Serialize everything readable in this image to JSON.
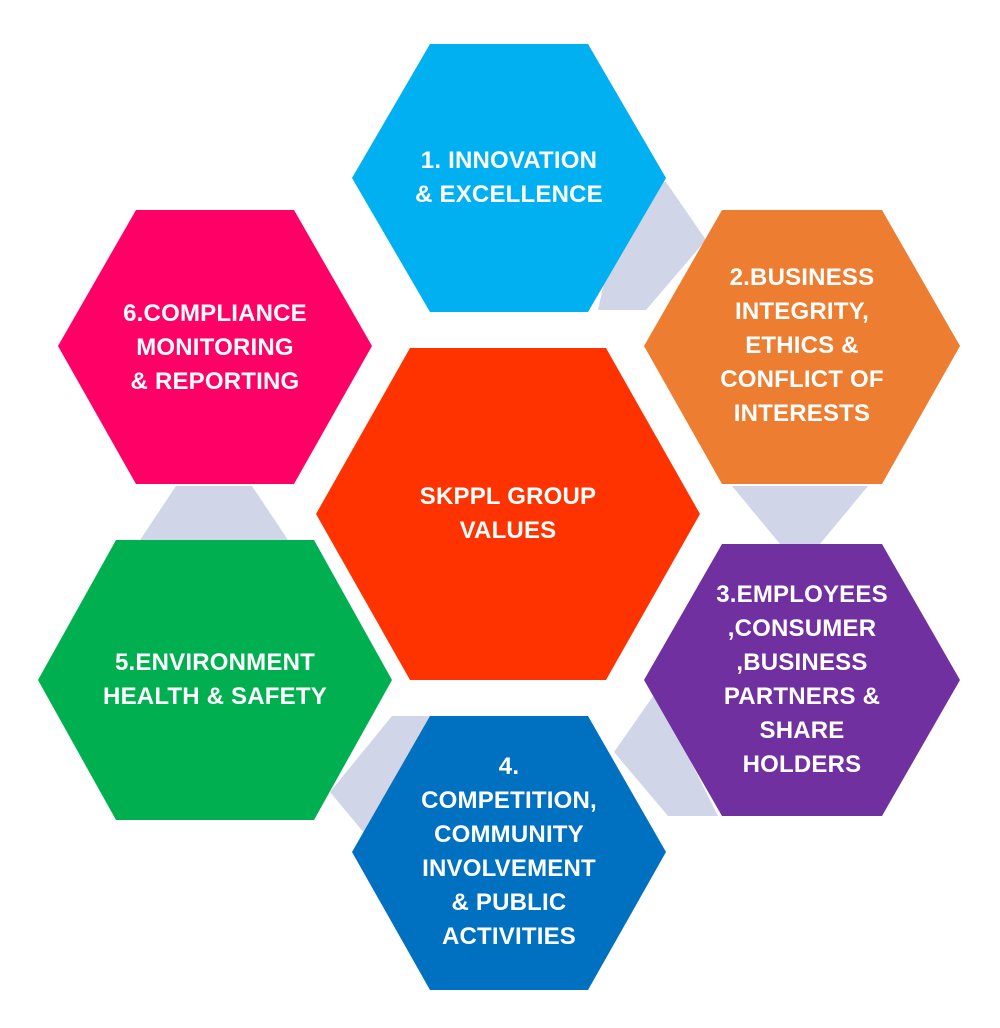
{
  "center": {
    "label": "SKPPL GROUP\nVALUES",
    "color": "#FF3300"
  },
  "values": [
    {
      "label": "1. INNOVATION\n& EXCELLENCE",
      "color": "#00B0F0"
    },
    {
      "label": "2.BUSINESS\nINTEGRITY,\nETHICS &\nCONFLICT OF\nINTERESTS",
      "color": "#ED7D31"
    },
    {
      "label": "3.EMPLOYEES\n,CONSUMER\n,BUSINESS\nPARTNERS &\nSHARE\nHOLDERS",
      "color": "#7030A0"
    },
    {
      "label": "4.\nCOMPETITION,\nCOMMUNITY\nINVOLVEMENT\n& PUBLIC\nACTIVITIES",
      "color": "#0070C0"
    },
    {
      "label": "5.ENVIRONMENT\nHEALTH & SAFETY",
      "color": "#00B050"
    },
    {
      "label": "6.COMPLIANCE\nMONITORING\n& REPORTING",
      "color": "#FF0066"
    }
  ],
  "connector_color": "#D0D5E8"
}
